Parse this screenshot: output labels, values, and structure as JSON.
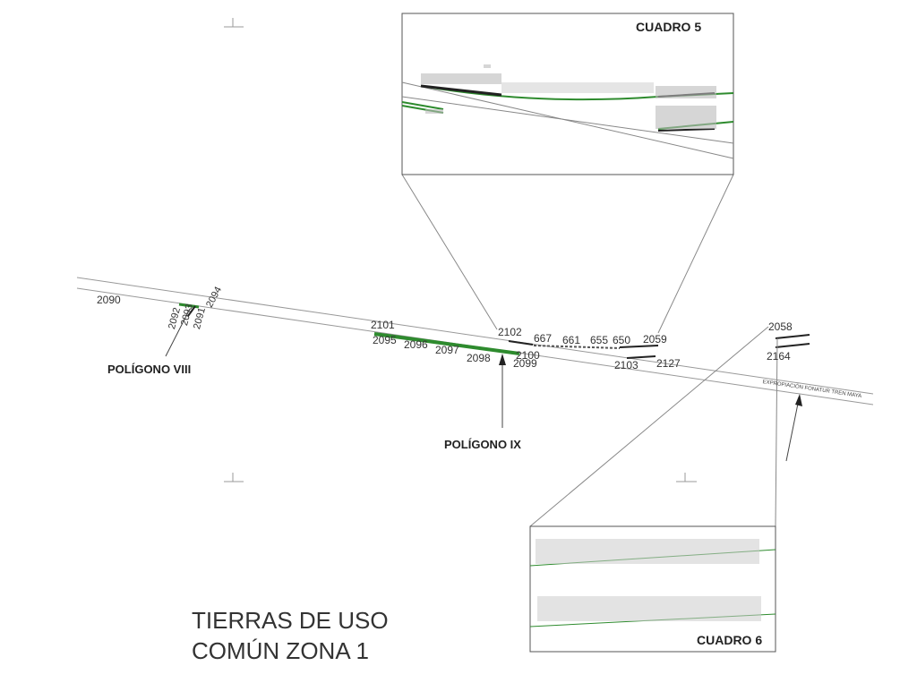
{
  "title": {
    "line1": "TIERRAS DE USO",
    "line2": "COMÚN ZONA 1"
  },
  "insets": {
    "cuadro5": "CUADRO 5",
    "cuadro6": "CUADRO 6"
  },
  "polygons": {
    "viii": "POLÍGONO VIII",
    "ix": "POLÍGONO IX"
  },
  "road_label": "EXPROPIACIÓN FONATUR TREN MAYA",
  "parcel_labels": {
    "p2090": "2090",
    "p2094": "2094",
    "p2092": "2092",
    "p2093": "2093",
    "p2091": "2091",
    "p2101": "2101",
    "p2095": "2095",
    "p2096": "2096",
    "p2097": "2097",
    "p2098": "2098",
    "p2102": "2102",
    "p2100": "2100",
    "p2099": "2099",
    "p667": "667",
    "p661": "661",
    "p655": "655",
    "p650": "650",
    "p2059": "2059",
    "p2103": "2103",
    "p2127": "2127",
    "p2058": "2058",
    "p2164": "2164"
  },
  "colors": {
    "parcel_green": "#2e8b2e",
    "line_gray": "#888888",
    "dark": "#222222"
  }
}
